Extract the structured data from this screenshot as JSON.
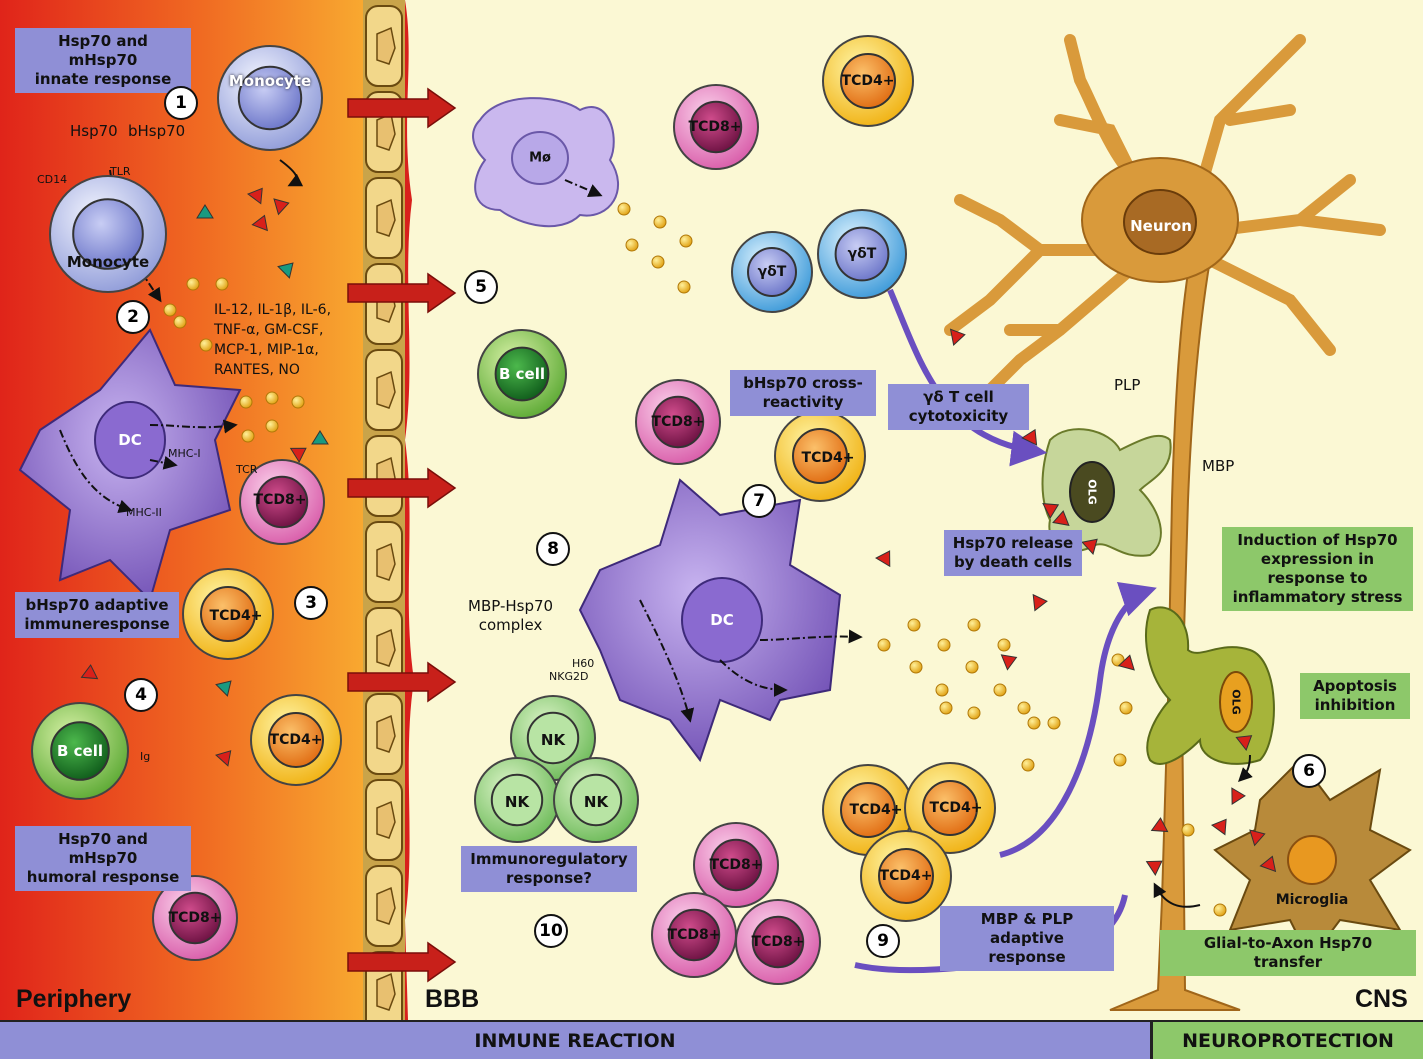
{
  "regions": {
    "periphery": "Periphery",
    "bbb": "BBB",
    "cns": "CNS"
  },
  "bottom_bar": {
    "left": "INMUNE REACTION",
    "right": "NEUROPROTECTION"
  },
  "colors": {
    "periphery_red": "#e2261b",
    "periphery_orange": "#f7a12b",
    "cns_bg": "#fbf7d0",
    "purple_box": "#8f8fd6",
    "green_box": "#8dc86a",
    "arrow_red": "#c8201a",
    "dc_purple": "#8b6bc8",
    "neuron_orange": "#d99a3b"
  },
  "labels": {
    "innate_response": "Hsp70 and mHsp70\ninnate response",
    "adaptive_response": "bHsp70 adaptive\nimmuneresponse",
    "humoral_response": "Hsp70 and mHsp70\nhumoral response",
    "cross_reactivity": "bHsp70 cross-\nreactivity",
    "gd_cytotoxicity": "γδ T cell\ncytotoxicity",
    "hsp70_release": "Hsp70 release\nby death cells",
    "immunoregulatory": "Immunoregulatory\nresponse?",
    "mbp_plp_adaptive": "MBP & PLP adaptive\nresponse",
    "induction": "Induction of Hsp70\nexpression in\nresponse to\ninflammatory stress",
    "apoptosis": "Apoptosis\ninhibition",
    "glial_transfer": "Glial-to-Axon Hsp70 transfer",
    "cytokines": "IL-12, IL-1β, IL-6,\nTNF-α, GM-CSF,\nMCP-1, MIP-1α,\nRANTES, NO",
    "mbp_hsp70_complex": "MBP-Hsp70\ncomplex",
    "hsp70": "Hsp70",
    "bhsp70": "bHsp70",
    "cd14": "CD14",
    "tlr": "TLR",
    "mhc1": "MHC-I",
    "mhc2": "MHC-II",
    "tcr": "TCR",
    "ig": "Ig",
    "h60": "H60",
    "nkg2d": "NKG2D",
    "plp": "PLP",
    "mbp": "MBP"
  },
  "cells": {
    "monocyte": "Monocyte",
    "dc": "DC",
    "tcd8": "TCD8+",
    "tcd4": "TCD4+",
    "bcell": "B cell",
    "macrophage": "Mø",
    "gdt": "γδT",
    "nk": "NK",
    "neuron": "Neuron",
    "olg": "OLG",
    "microglia": "Microglia"
  },
  "steps": [
    "1",
    "2",
    "3",
    "4",
    "5",
    "6",
    "7",
    "8",
    "9",
    "10"
  ]
}
